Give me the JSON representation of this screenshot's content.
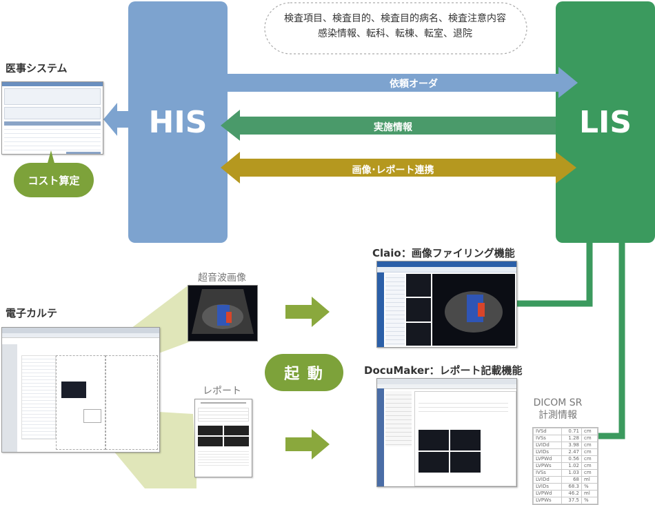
{
  "systems": {
    "his": "HIS",
    "lis": "LIS"
  },
  "cloud": {
    "line1": "検査項目、検査目的、検査目的病名、検査注意内容",
    "line2": "感染情報、転科、転棟、転室、退院"
  },
  "arrows": {
    "order": "依頼オーダ",
    "result": "実施情報",
    "image_report": "画像･レポート連携"
  },
  "accounting": {
    "title": "医事システム",
    "cost_button": "コスト算定"
  },
  "emr": {
    "title": "電子カルテ"
  },
  "ultrasound": {
    "title": "超音波画像"
  },
  "report": {
    "title": "レポート"
  },
  "launch": {
    "label": "起 動"
  },
  "claio": {
    "title": "Claio：画像ファイリング機能"
  },
  "documaker": {
    "title": "DocuMaker：レポート記載機能"
  },
  "dicom_sr": {
    "line1": "DICOM SR",
    "line2": "計測情報",
    "rows": [
      [
        "IVSd",
        "0.71",
        "cm"
      ],
      [
        "IVSs",
        "1.28",
        "cm"
      ],
      [
        "LVIDd",
        "3.98",
        "cm"
      ],
      [
        "LVIDs",
        "2.47",
        "cm"
      ],
      [
        "LVPWd",
        "0.56",
        "cm"
      ],
      [
        "LVPWs",
        "1.02",
        "cm"
      ],
      [
        "IVSs",
        "1.03",
        "cm"
      ],
      [
        "LVIDd",
        "68",
        "ml"
      ],
      [
        "LVIDs",
        "68.3",
        "%"
      ],
      [
        "LVPWd",
        "46.2",
        "ml"
      ],
      [
        "LVPWs",
        "37.5",
        "%"
      ]
    ]
  },
  "colors": {
    "his_blue": "#7da3cf",
    "lis_green": "#3b9a5e",
    "result_green": "#4a9a6a",
    "image_gold": "#b5981f",
    "pill_green": "#7da23a",
    "light_green_beam": "#d8e0a8",
    "launch_arrow": "#8aa83d"
  }
}
